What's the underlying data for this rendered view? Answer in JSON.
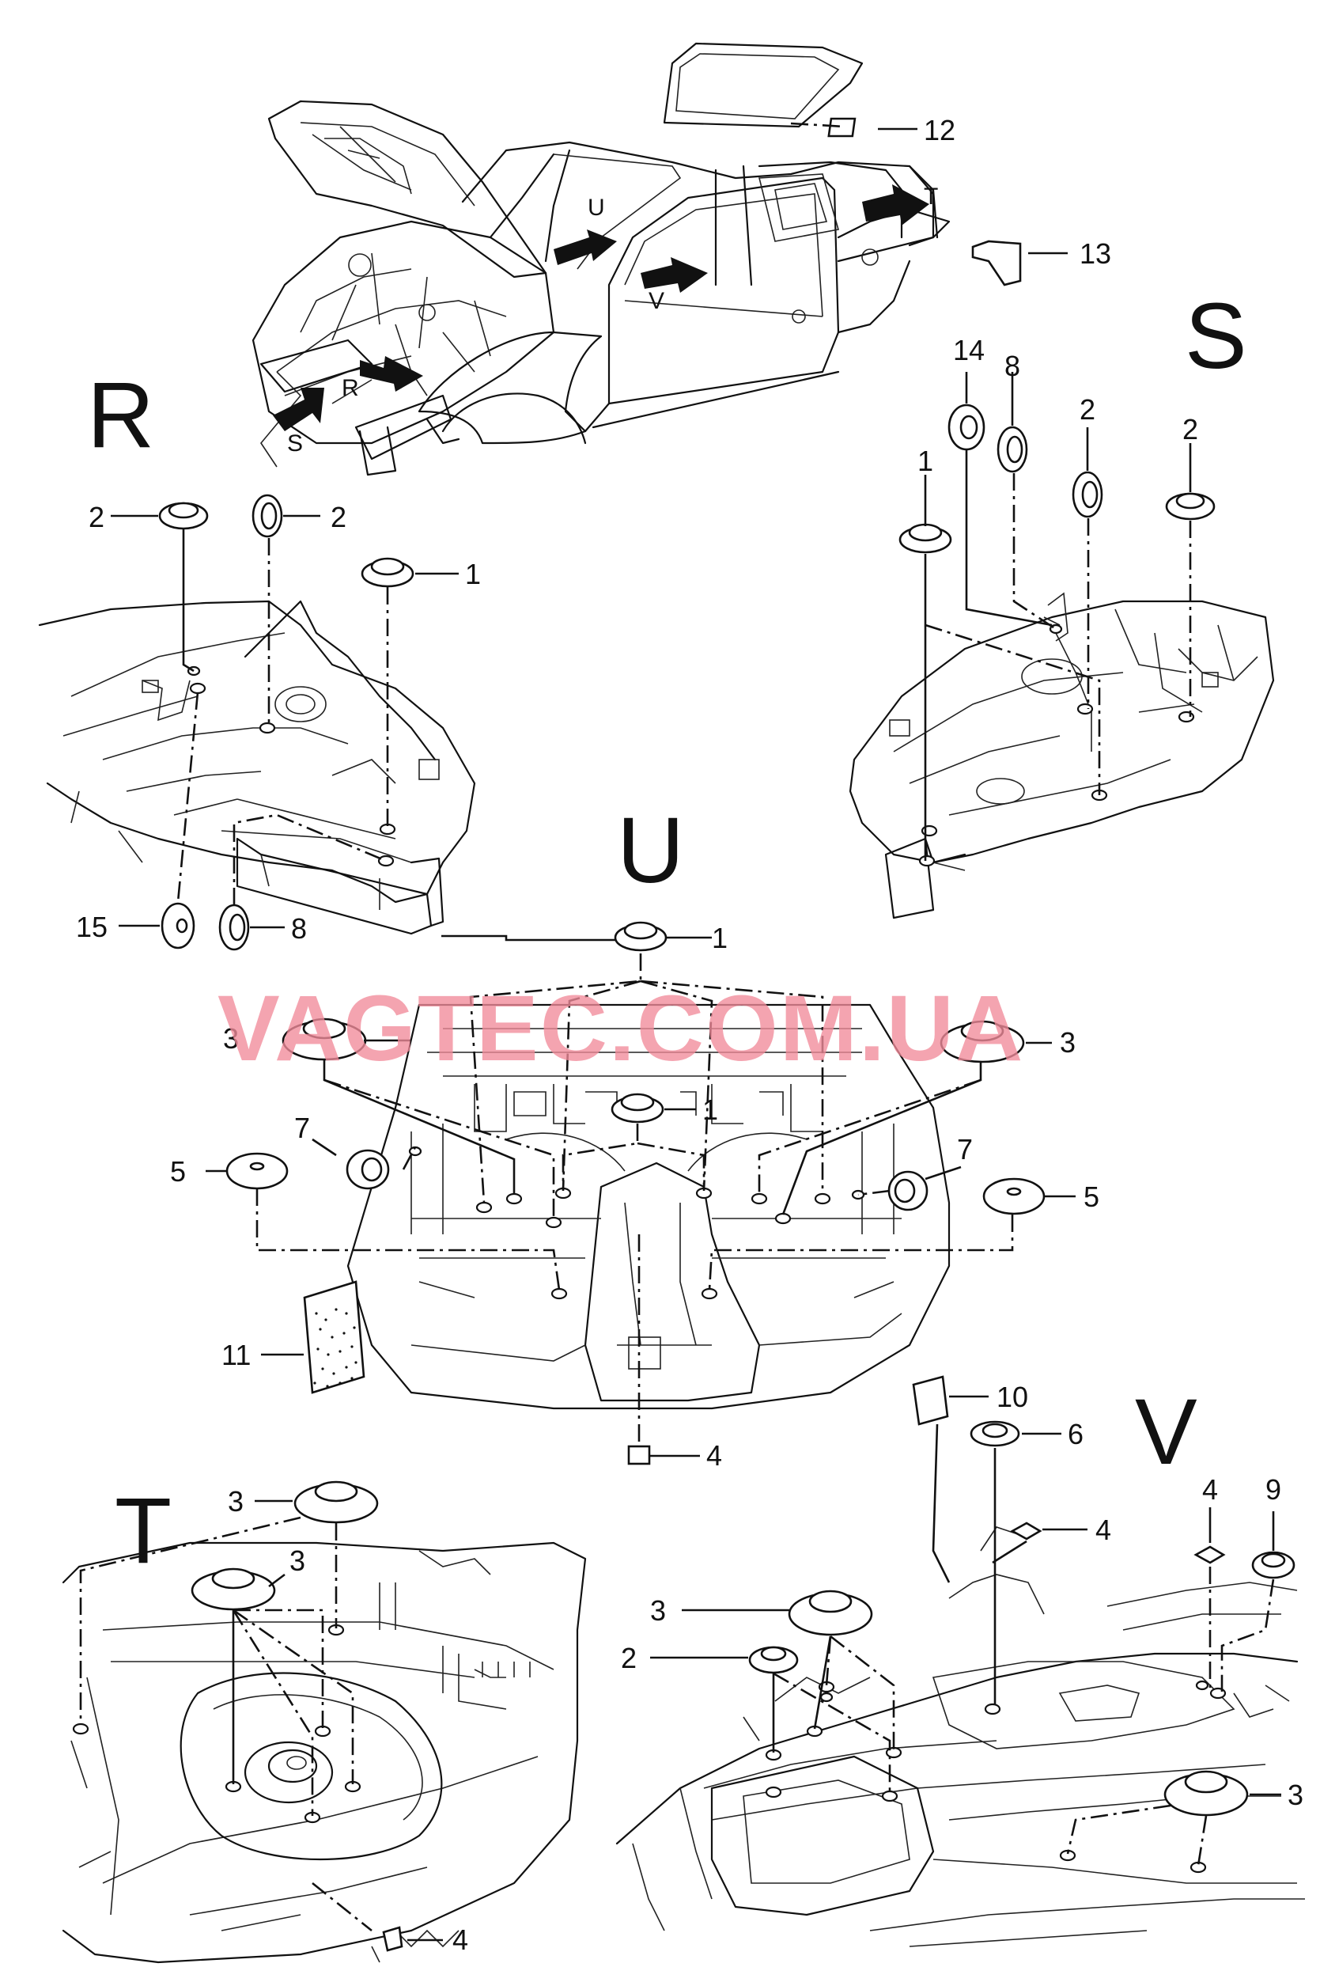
{
  "diagram": {
    "sections": [
      "R",
      "S",
      "U",
      "T",
      "V"
    ],
    "arrow_labels": [
      "U",
      "T",
      "V",
      "R",
      "S"
    ],
    "watermark": "VAGTEC.COM.UA",
    "callouts": {
      "c12": "12",
      "c13": "13",
      "r_2a": "2",
      "r_2b": "2",
      "r_1": "1",
      "r_15": "15",
      "r_8": "8",
      "s_14": "14",
      "s_8": "8",
      "s_2a": "2",
      "s_2b": "2",
      "s_1": "1",
      "u_1a": "1",
      "u_3a": "3",
      "u_3b": "3",
      "u_1b": "1",
      "u_7a": "7",
      "u_7b": "7",
      "u_5a": "5",
      "u_5b": "5",
      "u_11": "11",
      "u_4": "4",
      "v_10": "10",
      "v_6": "6",
      "v_4a": "4",
      "v_4b": "4",
      "v_9": "9",
      "v_3a": "3",
      "v_2": "2",
      "v_3b": "3",
      "t_3a": "3",
      "t_3b": "3",
      "t_4": "4"
    }
  }
}
